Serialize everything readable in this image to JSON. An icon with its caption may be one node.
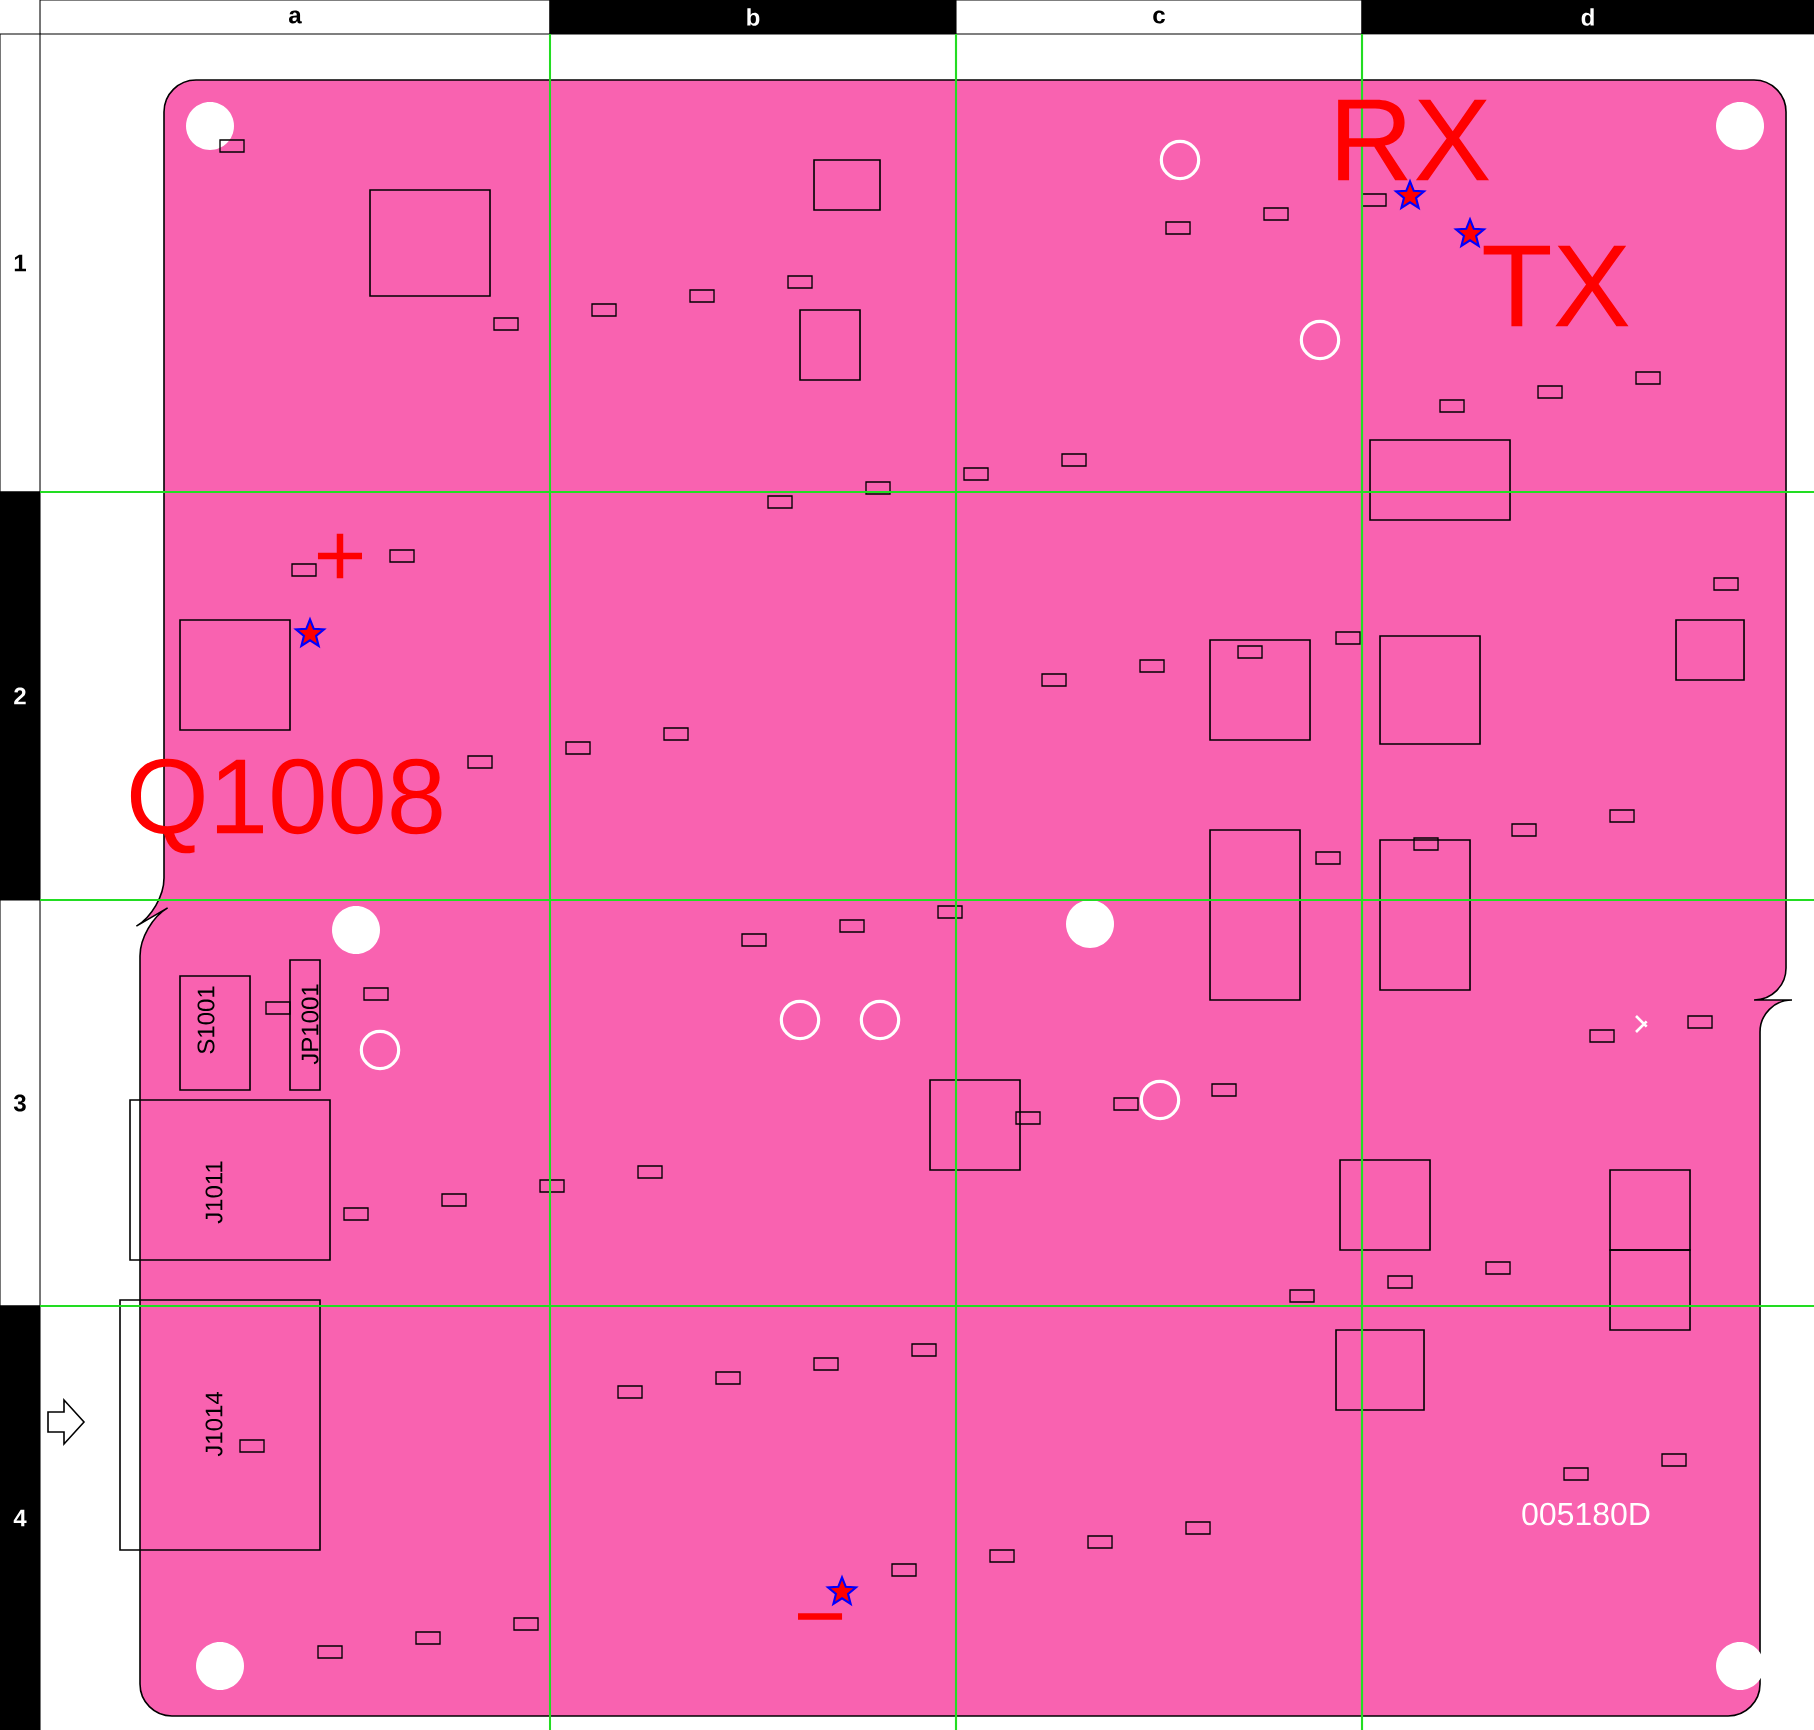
{
  "diagram": {
    "labels": [
      "a",
      "b",
      "c",
      "d",
      "1",
      "2",
      "3",
      "4",
      "RX",
      "TX",
      "+",
      "Q1008",
      "S1001",
      "JP1001",
      "J1011",
      "J1014",
      "005180D",
      "−"
    ]
  }
}
